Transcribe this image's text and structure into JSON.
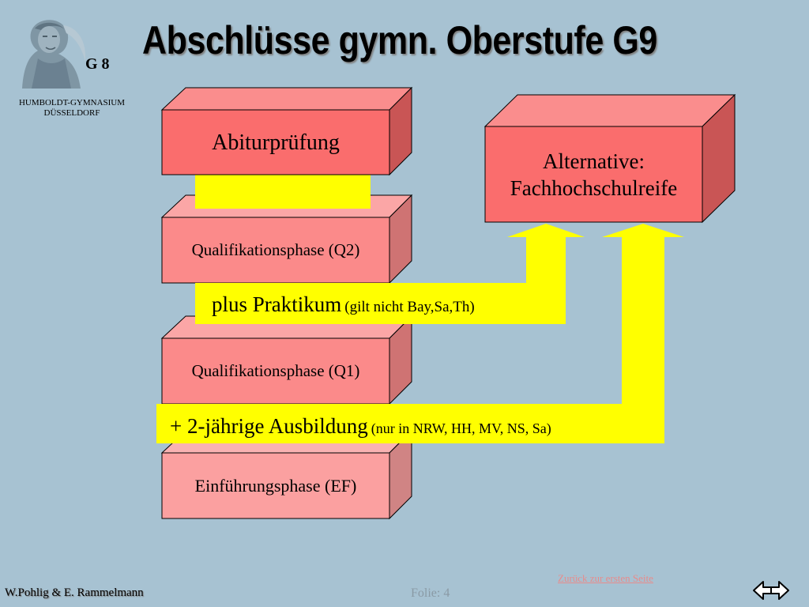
{
  "header": {
    "title": "Abschlüsse gymn. Oberstufe G9",
    "g8_label": "G 8",
    "school_line1": "HUMBOLDT-GYMNASIUM",
    "school_line2": "DÜSSELDORF"
  },
  "diagram": {
    "abitur": "Abiturprüfung",
    "q2": "Qualifikationsphase (Q2)",
    "q1": "Qualifikationsphase (Q1)",
    "ef": "Einführungsphase (EF)",
    "alternative_line1": "Alternative:",
    "alternative_line2": "Fachhochschulreife",
    "praktikum_main": "plus Praktikum",
    "praktikum_note": "(gilt nicht Bay,Sa,Th)",
    "ausbildung_main": "+ 2-jährige Ausbildung",
    "ausbildung_note": "(nur in NRW, HH, MV, NS, Sa)"
  },
  "footer": {
    "authors": "W.Pohlig & E. Rammelmann",
    "slide": "Folie: 4",
    "back_link": "Zurück zur ersten Seite"
  },
  "colors": {
    "background": "#a7c2d2",
    "box_dark": "#fa6d6d",
    "box_medium": "#fb8a8a",
    "box_light": "#fba0a0",
    "highlight_yellow": "#ffff00"
  },
  "icons": {
    "portrait": "humboldt-portrait-icon",
    "nav": "back-forward-arrows-icon"
  }
}
